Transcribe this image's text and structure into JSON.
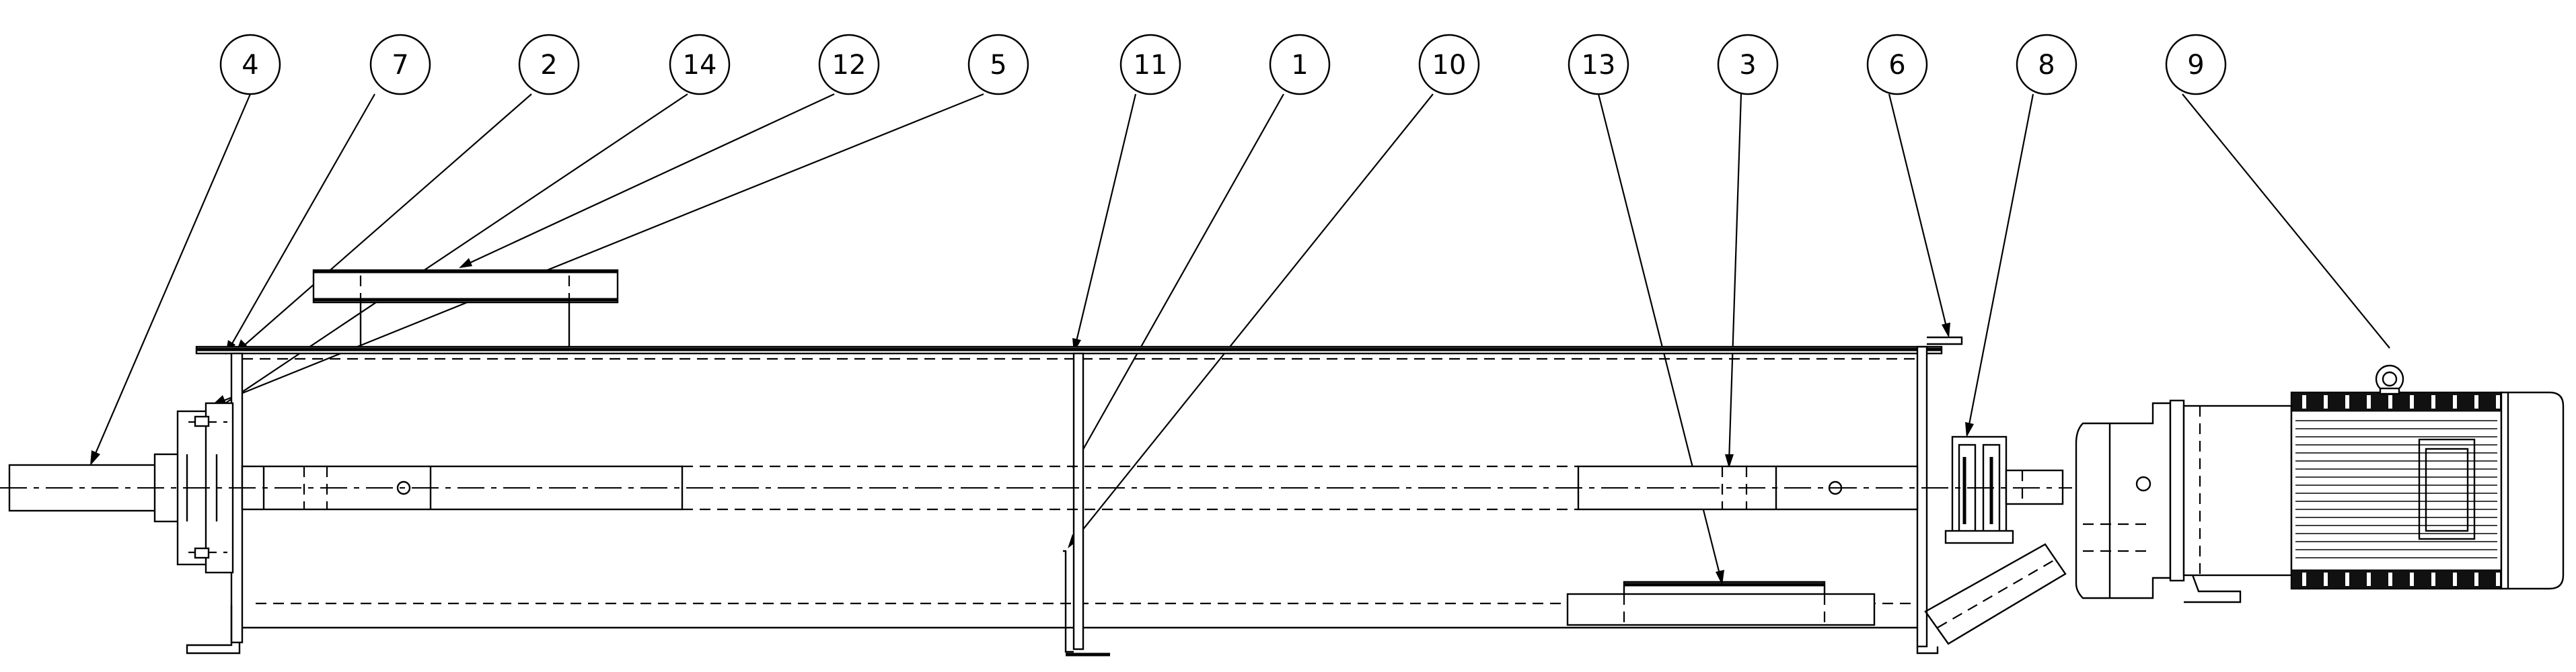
{
  "callouts": [
    {
      "label": "4"
    },
    {
      "label": "7"
    },
    {
      "label": "2"
    },
    {
      "label": "14"
    },
    {
      "label": "12"
    },
    {
      "label": "5"
    },
    {
      "label": "11"
    },
    {
      "label": "1"
    },
    {
      "label": "10"
    },
    {
      "label": "13"
    },
    {
      "label": "3"
    },
    {
      "label": "6"
    },
    {
      "label": "8"
    },
    {
      "label": "9"
    }
  ]
}
